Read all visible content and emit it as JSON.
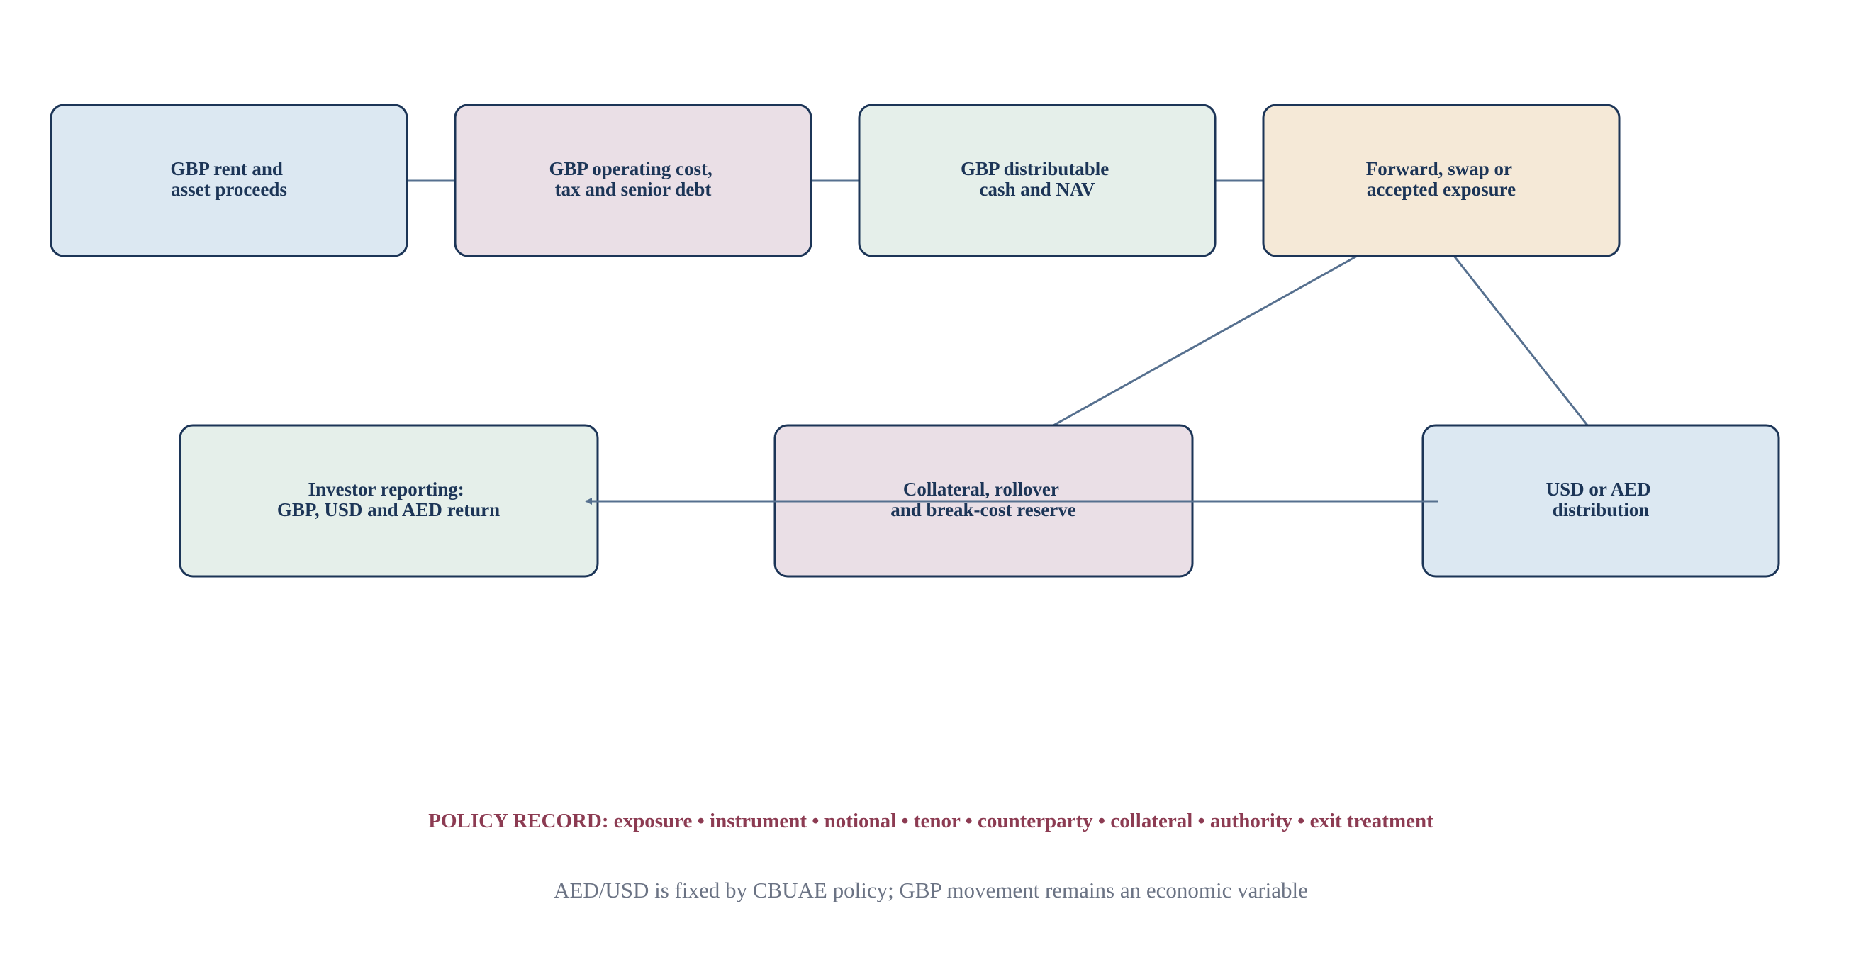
{
  "colors": {
    "box_stroke": "#1c3557",
    "arrow": "#56708f",
    "text": "#1c3557",
    "policy": "#8c3b52",
    "note": "#6b7384",
    "fill_blue": "#dce8f2",
    "fill_mauve": "#eadfe6",
    "fill_green": "#e5efea",
    "fill_sand": "#f5e9d7"
  },
  "nodes": {
    "rent": {
      "line1": "GBP rent and",
      "line2": "asset proceeds",
      "fill": "#dce8f2"
    },
    "opcost": {
      "line1": "GBP operating cost,",
      "line2": "tax and senior debt",
      "fill": "#eadfe6"
    },
    "distributable": {
      "line1": "GBP distributable",
      "line2": "cash and NAV",
      "fill": "#e5efea"
    },
    "hedge": {
      "line1": "Forward, swap or",
      "line2": "accepted exposure",
      "fill": "#f5e9d7"
    },
    "reporting": {
      "line1": "Investor reporting:",
      "line2": "GBP, USD and AED return",
      "fill": "#e5efea"
    },
    "collateral": {
      "line1": "Collateral, rollover",
      "line2": "and break-cost reserve",
      "fill": "#eadfe6"
    },
    "distribution": {
      "line1": "USD or AED",
      "line2": "distribution",
      "fill": "#dce8f2"
    }
  },
  "edges": [
    {
      "from": "rent",
      "to": "opcost"
    },
    {
      "from": "opcost",
      "to": "distributable"
    },
    {
      "from": "distributable",
      "to": "hedge"
    },
    {
      "from": "hedge",
      "to": "collateral"
    },
    {
      "from": "hedge",
      "to": "distribution"
    },
    {
      "from": "distribution",
      "to": "reporting"
    }
  ],
  "policy_record": "POLICY RECORD: exposure • instrument • notional • tenor • counterparty • collateral • authority • exit treatment",
  "footnote": "AED/USD is fixed by CBUAE policy; GBP movement remains an economic variable"
}
